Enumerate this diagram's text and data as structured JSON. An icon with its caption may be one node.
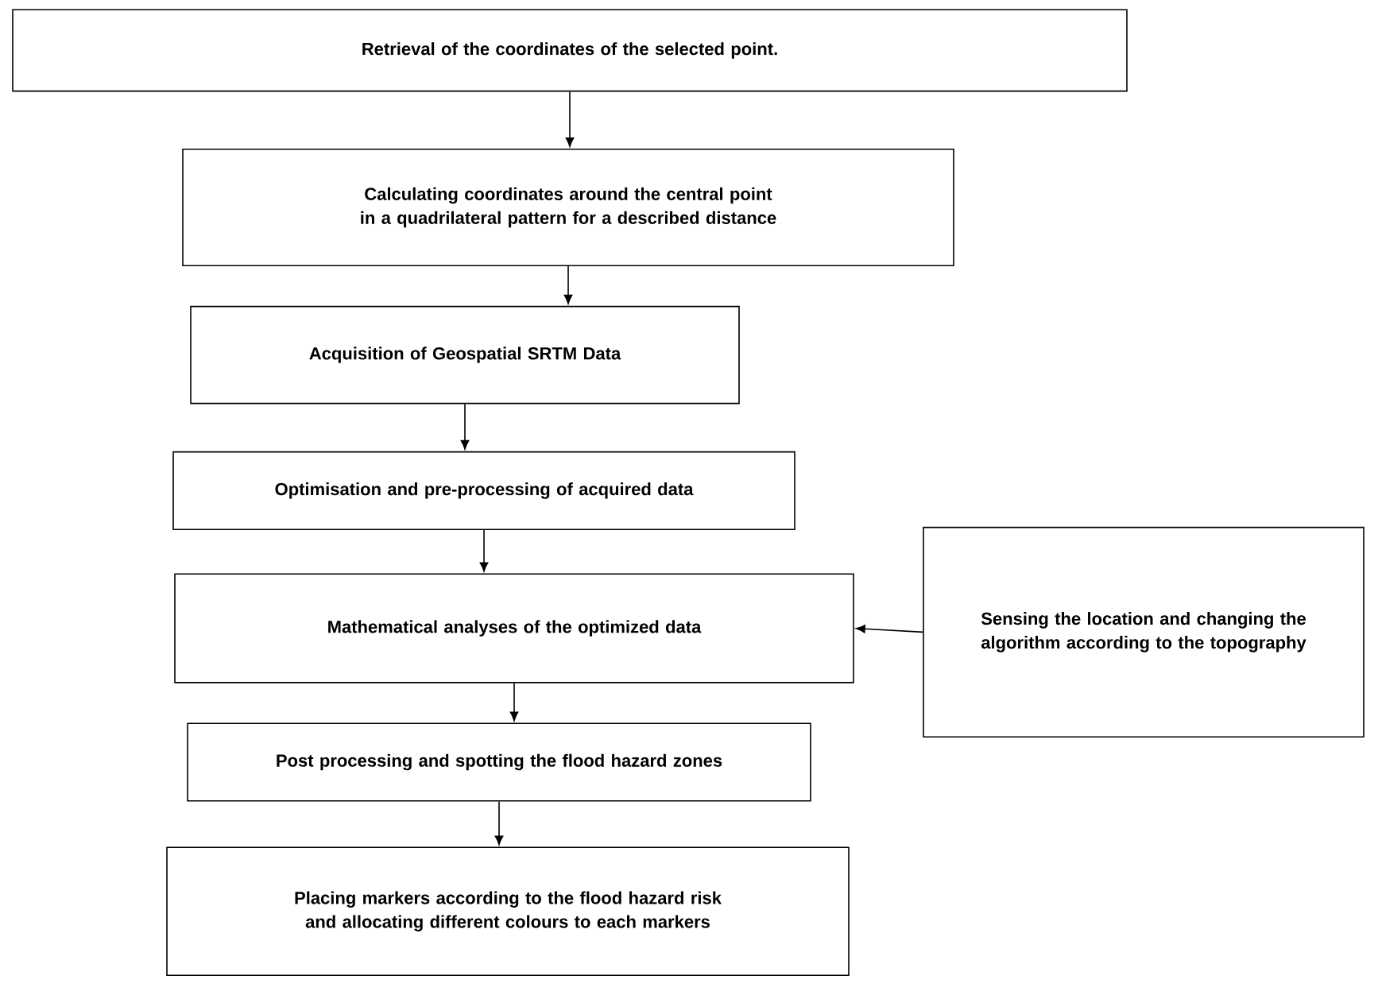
{
  "diagram": {
    "nodes": [
      {
        "text": [
          "Retrieval of the coordinates of the selected point."
        ]
      },
      {
        "text": [
          "Calculating coordinates around the central point in a quadrilateral pattern for a described distance"
        ]
      },
      {
        "text": [
          "Acquisition of Geospatial SRTM Data"
        ]
      },
      {
        "text": [
          "Optimisation and pre-processing of acquired data"
        ]
      },
      {
        "text": [
          "Mathematical analyses of the optimized data"
        ]
      },
      {
        "text": [
          "Sensing the location and changing the algorithm according to the topography"
        ]
      },
      {
        "text": [
          "Post processing and spotting the flood hazard zones"
        ]
      },
      {
        "text": [
          "Placing markers according to the flood hazard risk and allocating different colours to each markers"
        ]
      }
    ],
    "edges": [
      {
        "from": 0,
        "to": 1,
        "arrow": "to"
      },
      {
        "from": 1,
        "to": 2,
        "arrow": "to"
      },
      {
        "from": 2,
        "to": 3,
        "arrow": "to"
      },
      {
        "from": 3,
        "to": 4,
        "arrow": "to"
      },
      {
        "from": 5,
        "to": 4,
        "arrow": "to"
      },
      {
        "from": 4,
        "to": 6,
        "arrow": "to"
      },
      {
        "from": 6,
        "to": 7,
        "arrow": "to"
      }
    ]
  }
}
